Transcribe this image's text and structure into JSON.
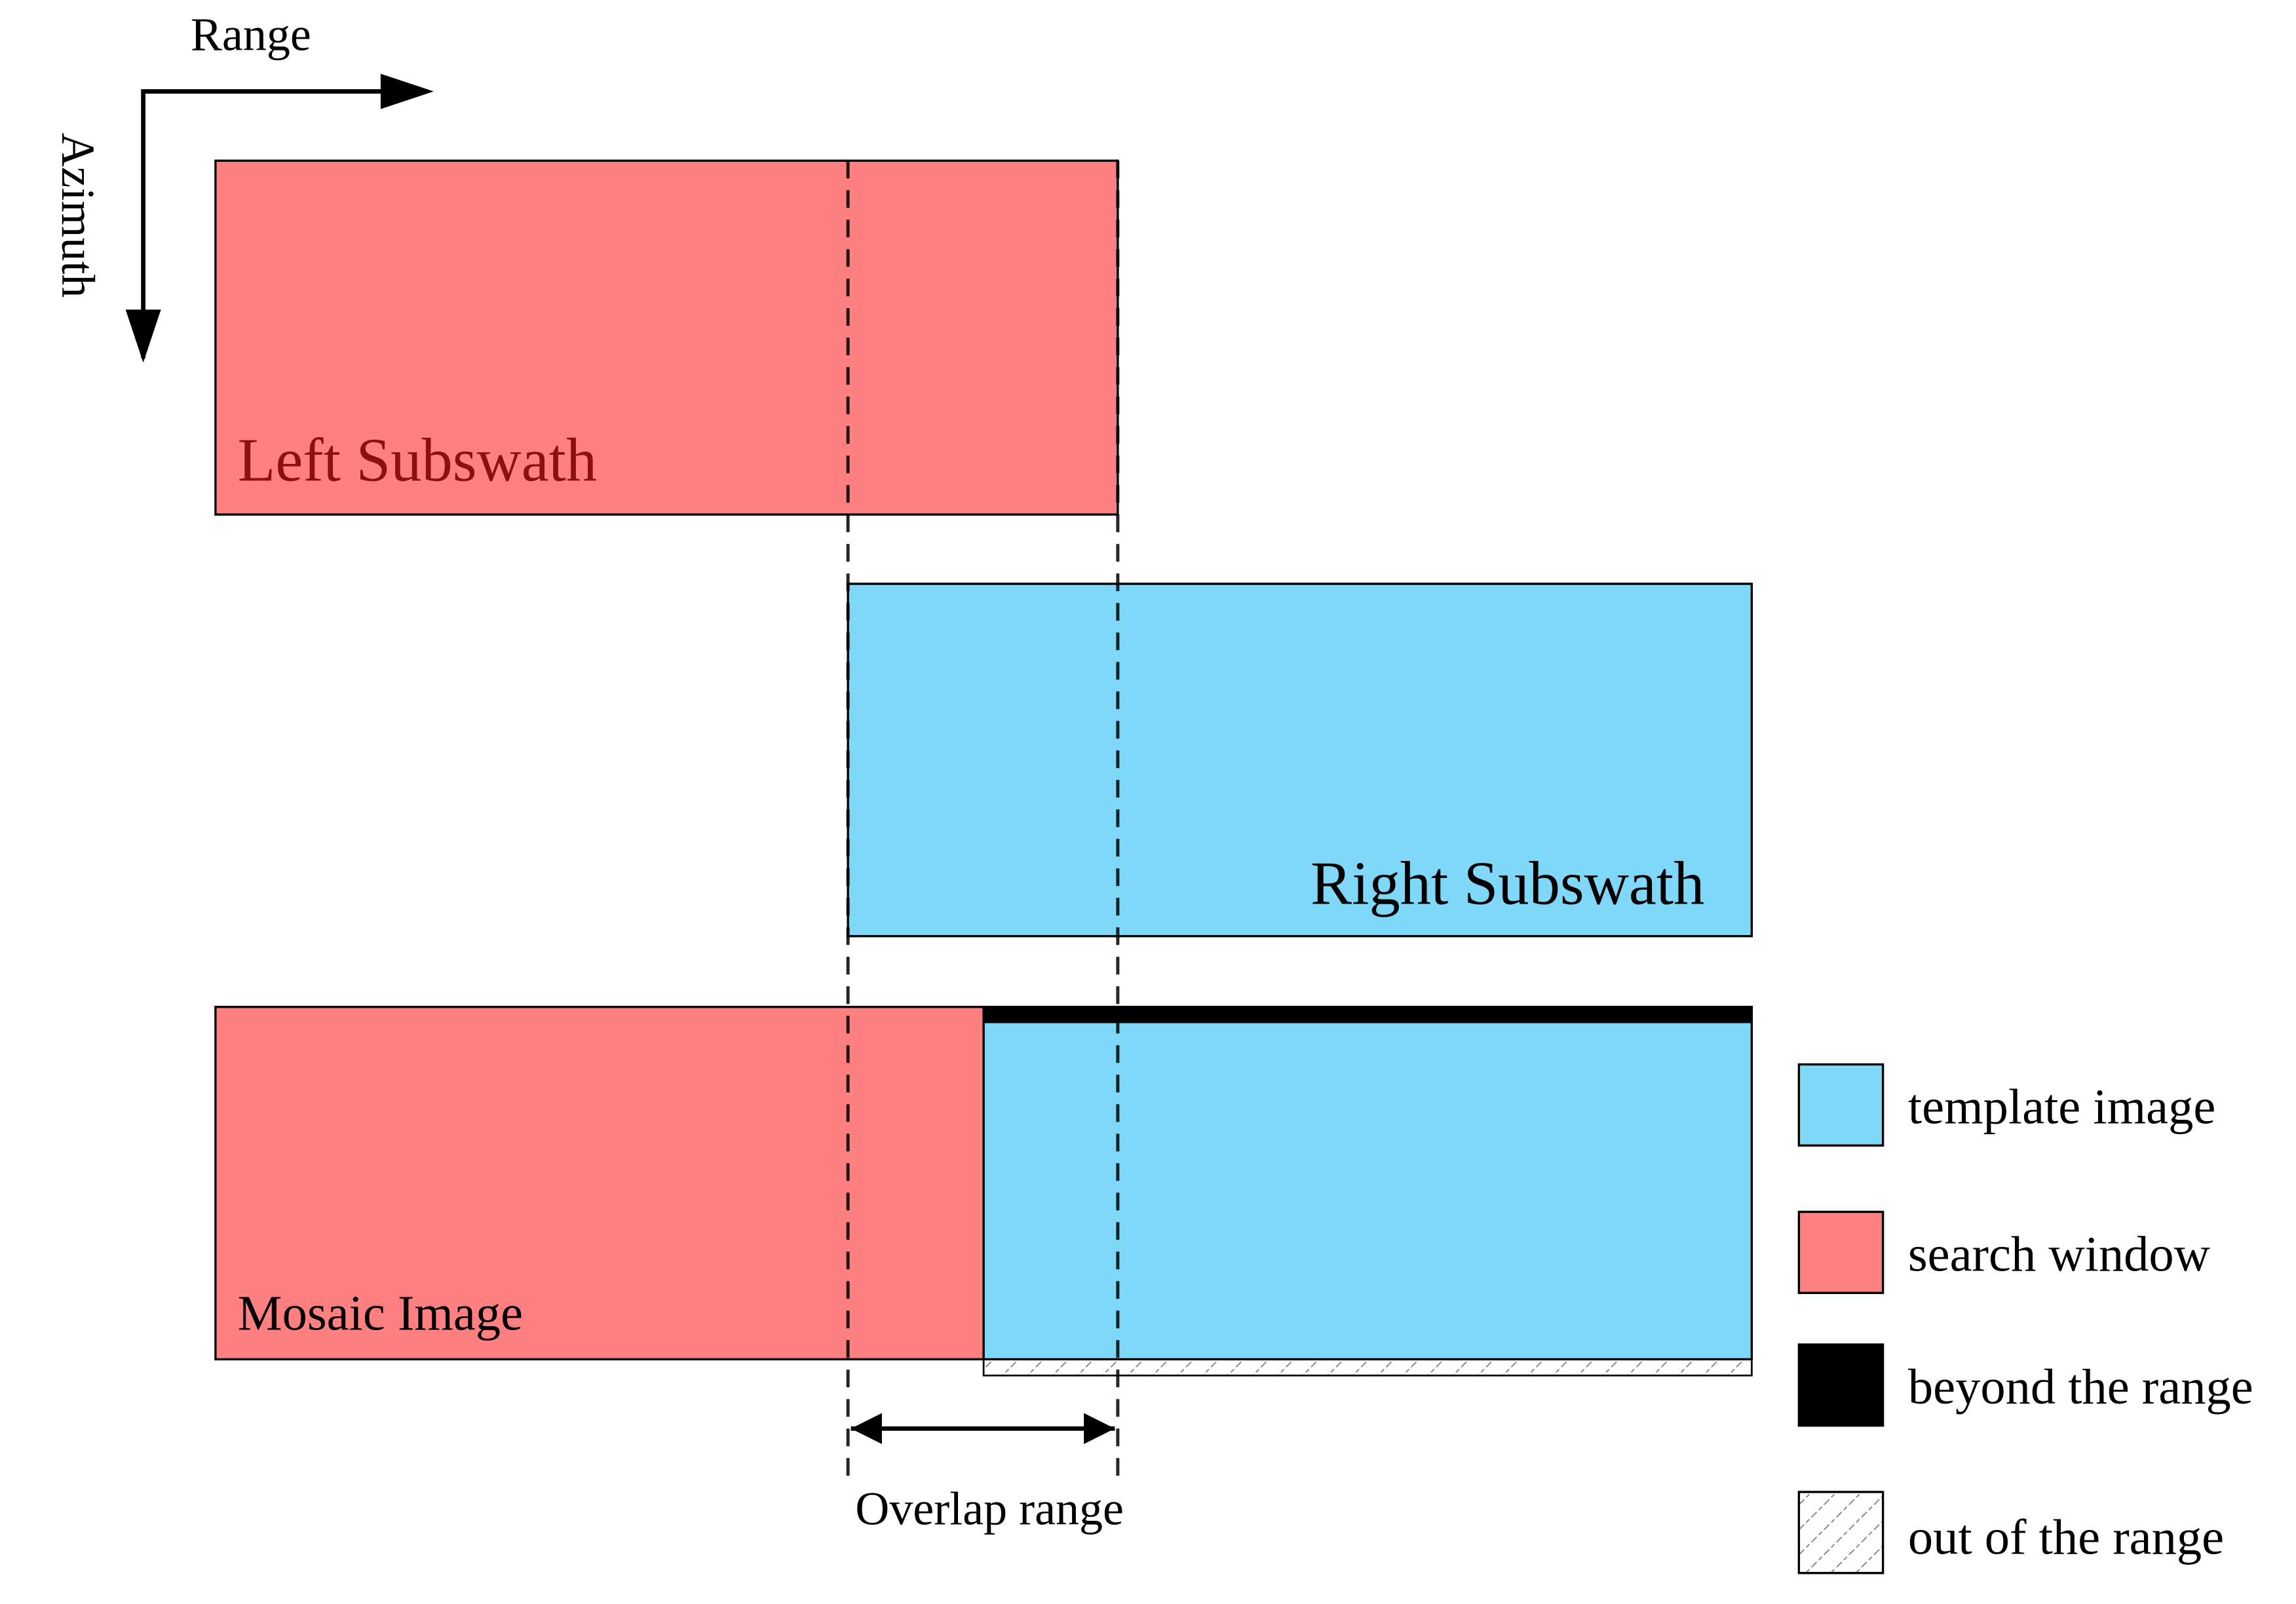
{
  "axes": {
    "range_label": "Range",
    "azimuth_label": "Azimuth"
  },
  "blocks": {
    "left_subswath": "Left Subswath",
    "right_subswath": "Right Subswath",
    "mosaic_image": "Mosaic Image"
  },
  "overlap": {
    "label": "Overlap range"
  },
  "legend": {
    "items": [
      {
        "label": "template image",
        "swatch": "blue"
      },
      {
        "label": "search window",
        "swatch": "red"
      },
      {
        "label": "beyond the range",
        "swatch": "black"
      },
      {
        "label": "out of the range",
        "swatch": "hatched"
      }
    ]
  },
  "colors": {
    "search_window": "#FF8080",
    "template_image": "#80D8F8",
    "beyond_range": "#000000",
    "left_label_text": "#8B1010",
    "outline": "#000000"
  }
}
